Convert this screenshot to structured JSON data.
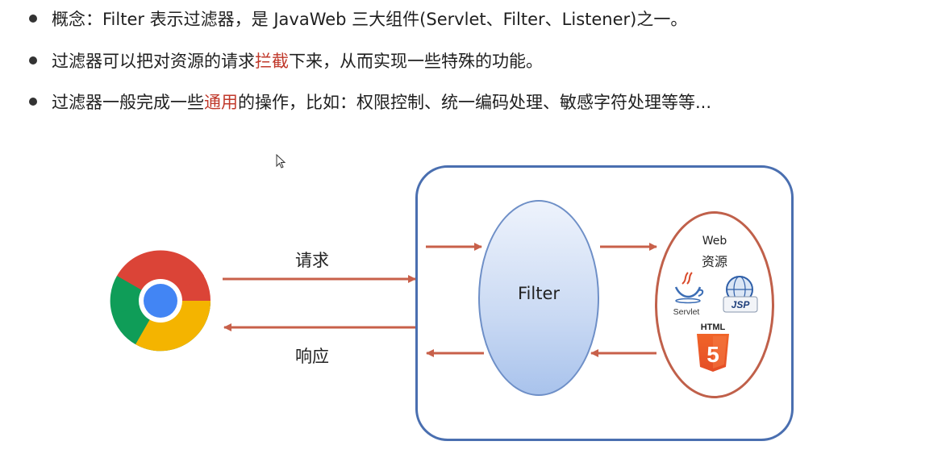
{
  "bullets": [
    {
      "parts": [
        {
          "text": "概念：Filter 表示过滤器，是 JavaWeb 三大组件(Servlet、Filter、Listener)之一。",
          "highlight": false
        }
      ]
    },
    {
      "parts": [
        {
          "text": "过滤器可以把对资源的请求",
          "highlight": false
        },
        {
          "text": "拦截",
          "highlight": true
        },
        {
          "text": "下来，从而实现一些特殊的功能。",
          "highlight": false
        }
      ]
    },
    {
      "parts": [
        {
          "text": "过滤器一般完成一些",
          "highlight": false
        },
        {
          "text": "通用",
          "highlight": true
        },
        {
          "text": "的操作，比如：权限控制、统一编码处理、敏感字符处理等等...",
          "highlight": false
        }
      ]
    }
  ],
  "diagram": {
    "request_label": "请求",
    "response_label": "响应",
    "filter_label": "Filter",
    "resource_title_line1": "Web",
    "resource_title_line2": "资源",
    "servlet_icon_label": "Servlet",
    "jsp_icon_label": "JSP",
    "html_icon_label": "HTML",
    "html_icon_number": "5",
    "browser_icon": "chrome-icon"
  },
  "colors": {
    "highlight": "#c0392b",
    "arrow": "#c8604a",
    "server_border": "#4a6fb0",
    "resource_border": "#c0604a"
  }
}
